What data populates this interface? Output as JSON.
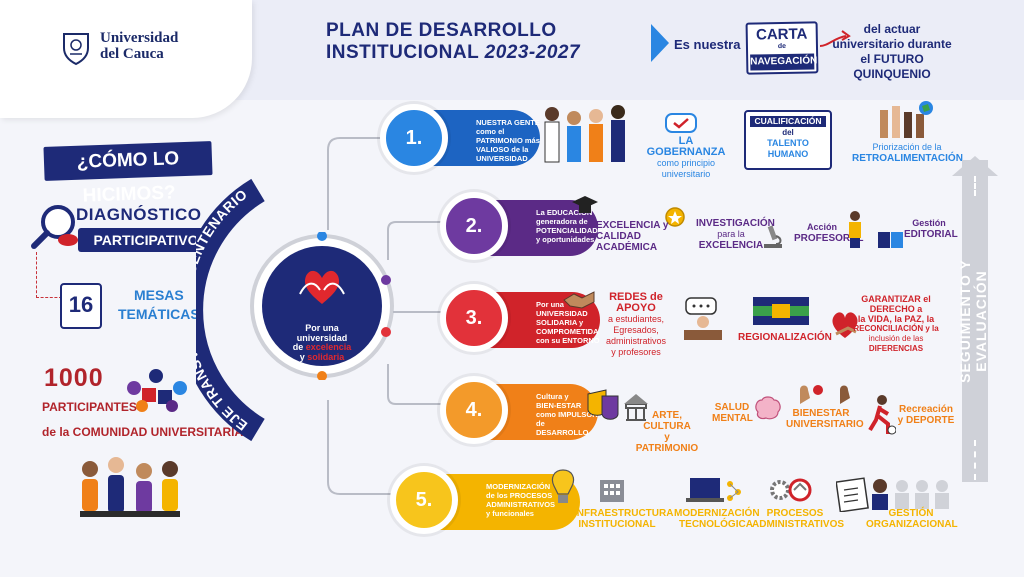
{
  "colors": {
    "navy": "#1e2a78",
    "row1": "#1d64c2",
    "row2": "#5b2a86",
    "row3": "#d0232a",
    "row4": "#f08018",
    "row5": "#f4b400",
    "accent_red": "#b1242b"
  },
  "header": {
    "university_line1": "Universidad",
    "university_line2": "del Cauca",
    "title_line1": "PLAN DE DESARROLLO",
    "title_line2_prefix": "INSTITUCIONAL ",
    "title_years": "2023-2027",
    "es_nuestra": "Es nuestra",
    "carta_line1": "CARTA",
    "carta_line2": "de",
    "carta_line3": "NAVEGACIÓN",
    "del_actuar_line1": "del actuar",
    "del_actuar_line2": "universitario durante",
    "del_actuar_line3": "el FUTURO QUINQUENIO"
  },
  "left": {
    "como": "¿CÓMO LO HICIMOS?",
    "diag_title": "DIAGNÓSTICO",
    "diag_sub": "PARTICIPATIVO",
    "mesas_number": "16",
    "mesas_line1": "MESAS",
    "mesas_line2": "TEMÁTICAS",
    "part_number": "1000",
    "part_line1": "PARTICIPANTES",
    "part_line2": "de la COMUNIDAD UNIVERSITARIA"
  },
  "center": {
    "eje": "EJE TRANSVERSAL: BICENTENARIO",
    "line1": "Por una",
    "line2": "universidad",
    "line3_prefix": "de ",
    "line3_red": "excelencia",
    "line4_prefix": "y ",
    "line4_red": "solidaria"
  },
  "rows": [
    {
      "number": "1.",
      "banner_lines": [
        "NUESTRA GENTE",
        "como el",
        "PATRIMONIO más",
        "VALIOSO de la",
        "UNIVERSIDAD"
      ],
      "items": [
        {
          "lines": [
            "LA GOBERNANZA",
            "como principio",
            "universitario"
          ]
        },
        {
          "lines": [
            "CUALIFICACIÓN",
            "del",
            "TALENTO",
            "HUMANO"
          ]
        },
        {
          "lines": [
            "Priorización de la",
            "RETROALIMENTACIÓN"
          ]
        }
      ]
    },
    {
      "number": "2.",
      "banner_lines": [
        "La EDUCACIÓN",
        "generadora de",
        "POTENCIALIDADES",
        "y oportunidades"
      ],
      "items": [
        {
          "lines": [
            "EXCELENCIA y",
            "CALIDAD ACADÉMICA"
          ]
        },
        {
          "lines": [
            "INVESTIGACIÓN",
            "para la",
            "EXCELENCIA"
          ]
        },
        {
          "lines": [
            "Acción",
            "PROFESORAL"
          ]
        },
        {
          "lines": [
            "Gestión",
            "EDITORIAL"
          ]
        }
      ]
    },
    {
      "number": "3.",
      "banner_lines": [
        "Por una",
        "UNIVERSIDAD",
        "SOLIDARIA y",
        "COMPROMETIDA",
        "con su ENTORNO"
      ],
      "items": [
        {
          "lines": [
            "REDES de APOYO",
            "a estudiantes,",
            "Egresados,",
            "administrativos",
            "y profesores"
          ]
        },
        {
          "lines": [
            "REGIONALIZACIÓN"
          ]
        },
        {
          "lines": [
            "GARANTIZAR el DERECHO a",
            "la VIDA, la PAZ, la",
            "RECONCILIACIÓN y la",
            "inclusión de las",
            "DIFERENCIAS"
          ]
        }
      ]
    },
    {
      "number": "4.",
      "banner_lines": [
        "Cultura y",
        "BIEN-ESTAR",
        "como IMPULSOR",
        "de DESARROLLO"
      ],
      "items": [
        {
          "lines": [
            "ARTE, CULTURA",
            "y PATRIMONIO"
          ]
        },
        {
          "lines": [
            "SALUD",
            "MENTAL"
          ]
        },
        {
          "lines": [
            "BIENESTAR",
            "UNIVERSITARIO"
          ]
        },
        {
          "lines": [
            "Recreación",
            "y DEPORTE"
          ]
        }
      ]
    },
    {
      "number": "5.",
      "banner_lines": [
        "MODERNIZACIÓN",
        "de los PROCESOS",
        "ADMINISTRATIVOS",
        "y funcionales"
      ],
      "items": [
        {
          "lines": [
            "INFRAESTRUCTURA",
            "INSTITUCIONAL"
          ]
        },
        {
          "lines": [
            "MODERNIZACIÓN",
            "TECNOLÓGICA"
          ]
        },
        {
          "lines": [
            "PROCESOS",
            "ADMINISTRATIVOS"
          ]
        },
        {
          "lines": [
            "GESTIÓN",
            "ORGANIZACIONAL"
          ]
        }
      ]
    }
  ],
  "evaluation": "SEGUIMIENTO Y EVALUACIÓN",
  "icons": [
    "crest-icon",
    "magnifier-icon",
    "book-icon",
    "puzzle-icon",
    "hands-heart-icon",
    "people-icon"
  ]
}
